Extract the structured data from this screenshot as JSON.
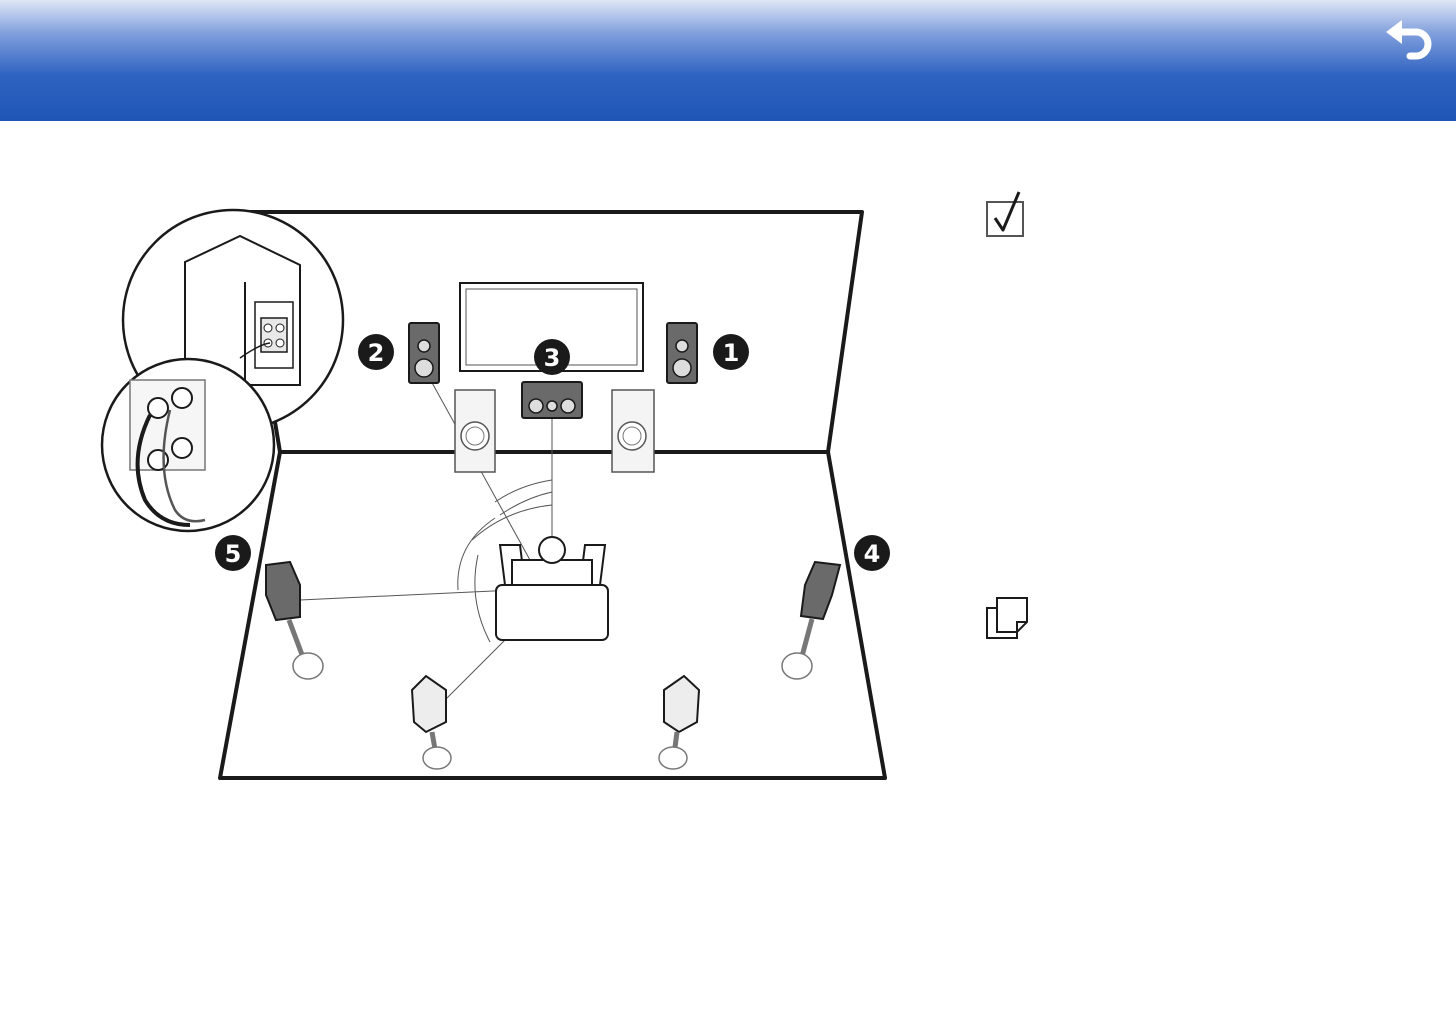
{
  "header": {
    "back_icon": "back-arrow-icon",
    "gradient_top": "#dfe6f6",
    "gradient_bottom": "#1f56b5"
  },
  "diagram": {
    "callouts": [
      "1",
      "2",
      "3",
      "4",
      "5"
    ]
  },
  "sidebar": {
    "check_icon": "checkbox-check-icon",
    "note_icon": "note-pages-icon"
  }
}
